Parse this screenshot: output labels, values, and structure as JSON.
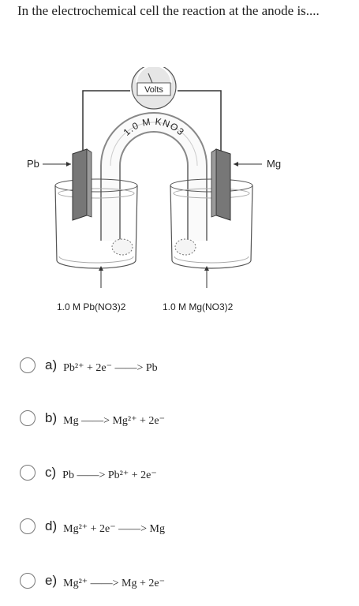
{
  "question": "In the electrochemical cell the reaction at the anode is....",
  "figure": {
    "voltmeter_label": "Volts",
    "salt_bridge_label": "1.0 M KNO3",
    "left_electrode_label": "Pb",
    "right_electrode_label": "Mg",
    "left_solution_label": "1.0 M Pb(NO3)2",
    "right_solution_label": "1.0 M Mg(NO3)2"
  },
  "options": [
    {
      "letter": "a)",
      "equation": "Pb²⁺ + 2e⁻ ——> Pb"
    },
    {
      "letter": "b)",
      "equation": "Mg ——> Mg²⁺ + 2e⁻"
    },
    {
      "letter": "c)",
      "equation": "Pb ——> Pb²⁺ + 2e⁻"
    },
    {
      "letter": "d)",
      "equation": "Mg²⁺ + 2e⁻ ——> Mg"
    },
    {
      "letter": "e)",
      "equation": "Mg²⁺ ——> Mg + 2e⁻"
    }
  ]
}
